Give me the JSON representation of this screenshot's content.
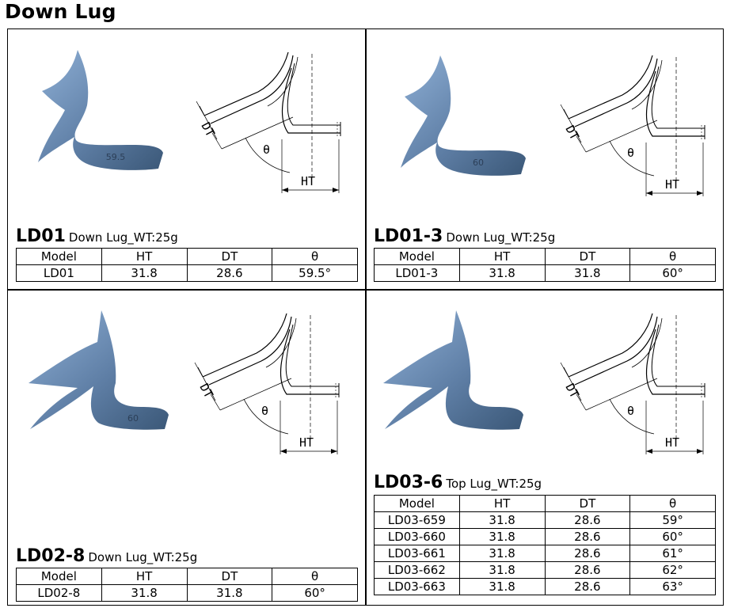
{
  "page_title": "Down Lug",
  "columns": [
    "Model",
    "HT",
    "DT",
    "θ"
  ],
  "drawing_labels": {
    "dt": "DT",
    "theta": "θ",
    "ht": "HT"
  },
  "colors": {
    "lug_dark": "#3b5878",
    "lug_mid": "#5f7fa6",
    "lug_light": "#8fb0d6",
    "line": "#000000"
  },
  "products": [
    {
      "code": "LD01",
      "desc": "Down Lug_WT:25g",
      "photo_stamp": "59.5",
      "rows": [
        [
          "LD01",
          "31.8",
          "28.6",
          "59.5°"
        ]
      ]
    },
    {
      "code": "LD01-3",
      "desc": "Down Lug_WT:25g",
      "photo_stamp": "60",
      "rows": [
        [
          "LD01-3",
          "31.8",
          "31.8",
          "60°"
        ]
      ]
    },
    {
      "code": "LD02-8",
      "desc": "Down Lug_WT:25g",
      "photo_stamp": "60",
      "rows": [
        [
          "LD02-8",
          "31.8",
          "31.8",
          "60°"
        ]
      ]
    },
    {
      "code": "LD03-6",
      "desc": "Top Lug_WT:25g",
      "photo_stamp": "",
      "rows": [
        [
          "LD03-659",
          "31.8",
          "28.6",
          "59°"
        ],
        [
          "LD03-660",
          "31.8",
          "28.6",
          "60°"
        ],
        [
          "LD03-661",
          "31.8",
          "28.6",
          "61°"
        ],
        [
          "LD03-662",
          "31.8",
          "28.6",
          "62°"
        ],
        [
          "LD03-663",
          "31.8",
          "28.6",
          "63°"
        ]
      ]
    }
  ]
}
